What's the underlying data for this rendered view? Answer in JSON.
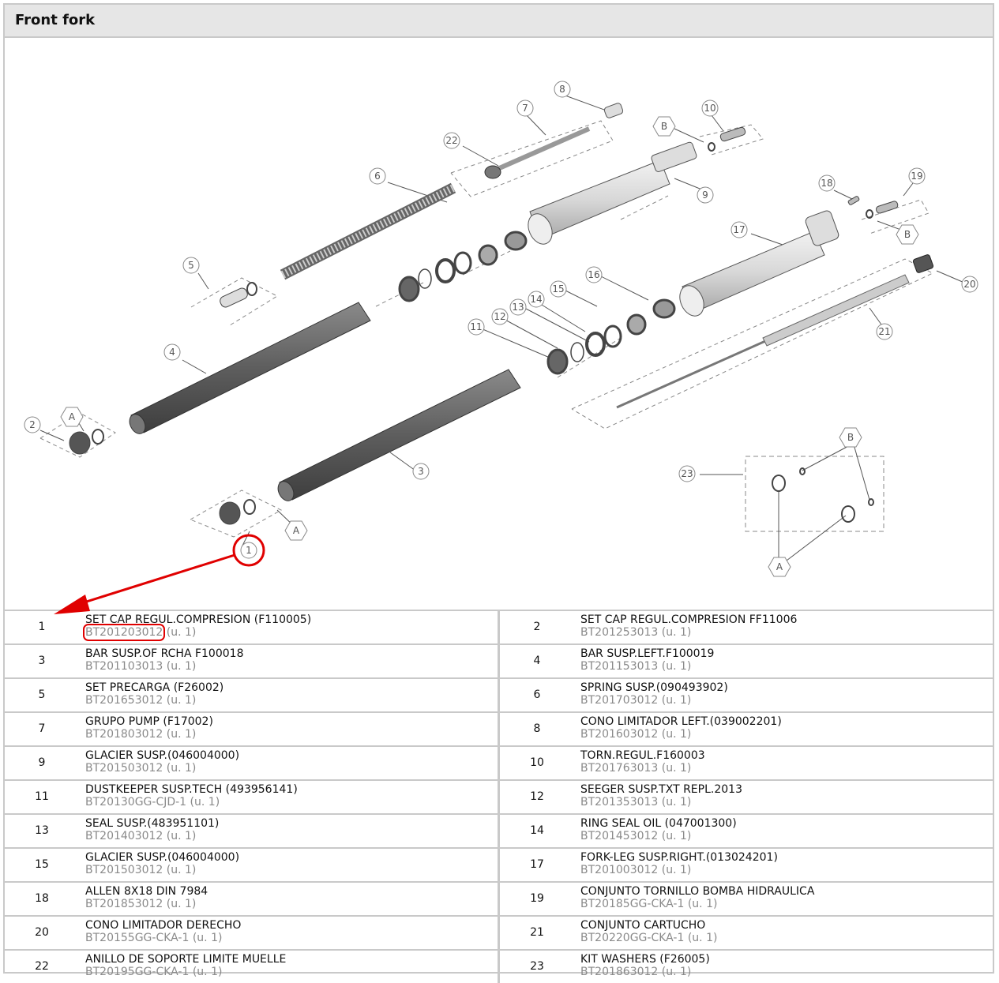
{
  "title": "Front fork",
  "callouts": [
    "1",
    "2",
    "3",
    "4",
    "5",
    "6",
    "7",
    "8",
    "9",
    "10",
    "11",
    "12",
    "13",
    "14",
    "15",
    "16",
    "17",
    "18",
    "19",
    "20",
    "21",
    "22",
    "23",
    "A",
    "B"
  ],
  "highlight_color": "#e00000",
  "parts": [
    {
      "num": "1",
      "name": "SET CAP REGUL.COMPRESION (F110005)",
      "code": "BT201203012",
      "qty": "(u. 1)",
      "highlighted": true
    },
    {
      "num": "2",
      "name": "SET CAP REGUL.COMPRESION FF11006",
      "code": "BT201253013",
      "qty": "(u. 1)"
    },
    {
      "num": "3",
      "name": "BAR SUSP.OF RCHA F100018",
      "code": "BT201103013",
      "qty": "(u. 1)"
    },
    {
      "num": "4",
      "name": "BAR SUSP.LEFT.F100019",
      "code": "BT201153013",
      "qty": "(u. 1)"
    },
    {
      "num": "5",
      "name": "SET PRECARGA (F26002)",
      "code": "BT201653012",
      "qty": "(u. 1)"
    },
    {
      "num": "6",
      "name": "SPRING SUSP.(090493902)",
      "code": "BT201703012",
      "qty": "(u. 1)"
    },
    {
      "num": "7",
      "name": "GRUPO PUMP (F17002)",
      "code": "BT201803012",
      "qty": "(u. 1)"
    },
    {
      "num": "8",
      "name": "CONO LIMITADOR LEFT.(039002201)",
      "code": "BT201603012",
      "qty": "(u. 1)"
    },
    {
      "num": "9",
      "name": "GLACIER SUSP.(046004000)",
      "code": "BT201503012",
      "qty": "(u. 1)"
    },
    {
      "num": "10",
      "name": "TORN.REGUL.F160003",
      "code": "BT201763013",
      "qty": "(u. 1)"
    },
    {
      "num": "11",
      "name": "DUSTKEEPER SUSP.TECH (493956141)",
      "code": "BT20130GG-CJD-1",
      "qty": "(u. 1)"
    },
    {
      "num": "12",
      "name": "SEEGER SUSP.TXT REPL.2013",
      "code": "BT201353013",
      "qty": "(u. 1)"
    },
    {
      "num": "13",
      "name": "SEAL SUSP.(483951101)",
      "code": "BT201403012",
      "qty": "(u. 1)"
    },
    {
      "num": "14",
      "name": "RING SEAL OIL (047001300)",
      "code": "BT201453012",
      "qty": "(u. 1)"
    },
    {
      "num": "15",
      "name": "GLACIER SUSP.(046004000)",
      "code": "BT201503012",
      "qty": "(u. 1)"
    },
    {
      "num": "17",
      "name": "FORK-LEG SUSP.RIGHT.(013024201)",
      "code": "BT201003012",
      "qty": "(u. 1)"
    },
    {
      "num": "18",
      "name": "ALLEN 8X18 DIN 7984",
      "code": "BT201853012",
      "qty": "(u. 1)"
    },
    {
      "num": "19",
      "name": "CONJUNTO TORNILLO BOMBA HIDRAULICA",
      "code": "BT20185GG-CKA-1",
      "qty": "(u. 1)"
    },
    {
      "num": "20",
      "name": "CONO LIMITADOR DERECHO",
      "code": "BT20155GG-CKA-1",
      "qty": "(u. 1)"
    },
    {
      "num": "21",
      "name": "CONJUNTO CARTUCHO",
      "code": "BT20220GG-CKA-1",
      "qty": "(u. 1)"
    },
    {
      "num": "22",
      "name": "ANILLO DE SOPORTE LIMITE MUELLE",
      "code": "BT20195GG-CKA-1",
      "qty": "(u. 1)"
    },
    {
      "num": "23",
      "name": "KIT WASHERS (F26005)",
      "code": "BT201863012",
      "qty": "(u. 1)"
    }
  ]
}
